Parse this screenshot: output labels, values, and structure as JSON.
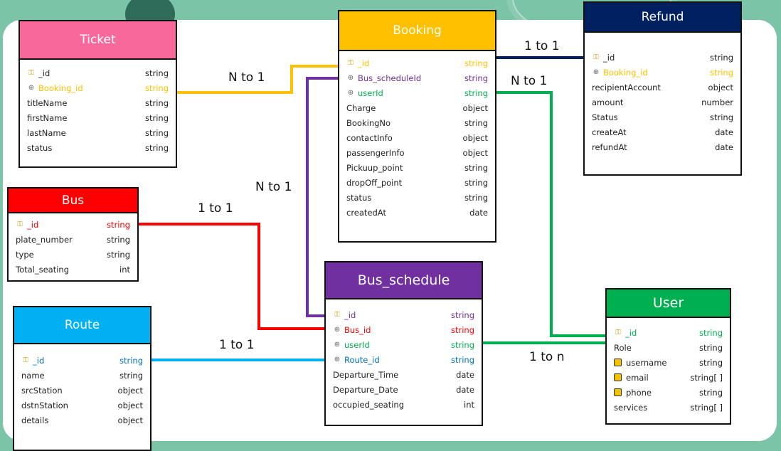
{
  "colors": {
    "background": "#7bc4a8",
    "ticket": "#f7699b",
    "booking": "#ffc000",
    "refund": "#002060",
    "bus": "#ff0000",
    "route": "#00b0f0",
    "bus_schedule": "#7030a0",
    "user": "#00b050"
  },
  "tables": {
    "ticket": {
      "title": "Ticket",
      "fields": [
        {
          "name": "_id",
          "type": "string",
          "icon": "key-icon",
          "color": "#222"
        },
        {
          "name": "Booking_id",
          "type": "string",
          "icon": "link-icon",
          "color": "#ffc000"
        },
        {
          "name": "titleName",
          "type": "string",
          "icon": "",
          "color": "#222"
        },
        {
          "name": "firstName",
          "type": "string",
          "icon": "",
          "color": "#222"
        },
        {
          "name": "lastName",
          "type": "string",
          "icon": "",
          "color": "#222"
        },
        {
          "name": "status",
          "type": "string",
          "icon": "",
          "color": "#222"
        }
      ]
    },
    "booking": {
      "title": "Booking",
      "fields": [
        {
          "name": "_id",
          "type": "string",
          "icon": "key-icon",
          "color": "#ffc000"
        },
        {
          "name": "Bus_scheduleId",
          "type": "string",
          "icon": "link-icon",
          "color": "#7030a0"
        },
        {
          "name": "userId",
          "type": "string",
          "icon": "link-icon",
          "color": "#00b050"
        },
        {
          "name": "Charge",
          "type": "object",
          "icon": "",
          "color": "#222"
        },
        {
          "name": "BookingNo",
          "type": "string",
          "icon": "",
          "color": "#222"
        },
        {
          "name": "contactInfo",
          "type": "object",
          "icon": "",
          "color": "#222"
        },
        {
          "name": "passengerInfo",
          "type": "object",
          "icon": "",
          "color": "#222"
        },
        {
          "name": "Pickuup_point",
          "type": "string",
          "icon": "",
          "color": "#222"
        },
        {
          "name": "dropOff_point",
          "type": "string",
          "icon": "",
          "color": "#222"
        },
        {
          "name": "status",
          "type": "string",
          "icon": "",
          "color": "#222"
        },
        {
          "name": "createdAt",
          "type": "date",
          "icon": "",
          "color": "#222"
        }
      ]
    },
    "refund": {
      "title": "Refund",
      "fields": [
        {
          "name": "_id",
          "type": "string",
          "icon": "key-icon",
          "color": "#222"
        },
        {
          "name": "Booking_id",
          "type": "string",
          "icon": "link-icon",
          "color": "#ffc000"
        },
        {
          "name": "recipientAccount",
          "type": "object",
          "icon": "",
          "color": "#222"
        },
        {
          "name": "amount",
          "type": "number",
          "icon": "",
          "color": "#222"
        },
        {
          "name": "Status",
          "type": "string",
          "icon": "",
          "color": "#222"
        },
        {
          "name": "createAt",
          "type": "date",
          "icon": "",
          "color": "#222"
        },
        {
          "name": "refundAt",
          "type": "date",
          "icon": "",
          "color": "#222"
        }
      ]
    },
    "bus": {
      "title": "Bus",
      "fields": [
        {
          "name": "_id",
          "type": "string",
          "icon": "key-icon",
          "color": "#ff0000"
        },
        {
          "name": "plate_number",
          "type": "string",
          "icon": "",
          "color": "#222"
        },
        {
          "name": "type",
          "type": "string",
          "icon": "",
          "color": "#222"
        },
        {
          "name": "Total_seating",
          "type": "int",
          "icon": "",
          "color": "#222"
        }
      ]
    },
    "route": {
      "title": "Route",
      "fields": [
        {
          "name": "_id",
          "type": "string",
          "icon": "key-icon",
          "color": "#0070c0"
        },
        {
          "name": "name",
          "type": "string",
          "icon": "",
          "color": "#222"
        },
        {
          "name": "srcStation",
          "type": "object",
          "icon": "",
          "color": "#222"
        },
        {
          "name": "dstnStation",
          "type": "object",
          "icon": "",
          "color": "#222"
        },
        {
          "name": "details",
          "type": "object",
          "icon": "",
          "color": "#222"
        }
      ]
    },
    "bus_schedule": {
      "title": "Bus_schedule",
      "fields": [
        {
          "name": "_id",
          "type": "string",
          "icon": "key-icon",
          "color": "#7030a0"
        },
        {
          "name": "Bus_id",
          "type": "string",
          "icon": "link-icon",
          "color": "#ff0000"
        },
        {
          "name": "userId",
          "type": "string",
          "icon": "link-icon",
          "color": "#00b050"
        },
        {
          "name": "Route_id",
          "type": "string",
          "icon": "link-icon",
          "color": "#0070c0"
        },
        {
          "name": "Departure_Time",
          "type": "date",
          "icon": "",
          "color": "#222"
        },
        {
          "name": "Departure_Date",
          "type": "date",
          "icon": "",
          "color": "#222"
        },
        {
          "name": "occupied_seating",
          "type": "int",
          "icon": "",
          "color": "#222"
        }
      ]
    },
    "user": {
      "title": "User",
      "fields": [
        {
          "name": "_id",
          "type": "string",
          "icon": "key-icon",
          "color": "#00b050"
        },
        {
          "name": "Role",
          "type": "string",
          "icon": "",
          "color": "#222"
        },
        {
          "name": "username",
          "type": "string",
          "icon": "user-icon",
          "color": "#222"
        },
        {
          "name": "email",
          "type": "string[ ]",
          "icon": "user-icon",
          "color": "#222"
        },
        {
          "name": "phone",
          "type": "string",
          "icon": "user-icon",
          "color": "#222"
        },
        {
          "name": "services",
          "type": "string[ ]",
          "icon": "",
          "color": "#222"
        }
      ]
    }
  },
  "relations": {
    "ticket_booking": "N to 1",
    "booking_refund": "1 to 1",
    "booking_user": "N to 1",
    "booking_schedule": "N to 1",
    "bus_schedule": "1 to 1",
    "route_schedule": "1 to 1",
    "schedule_user": "1 to n"
  }
}
